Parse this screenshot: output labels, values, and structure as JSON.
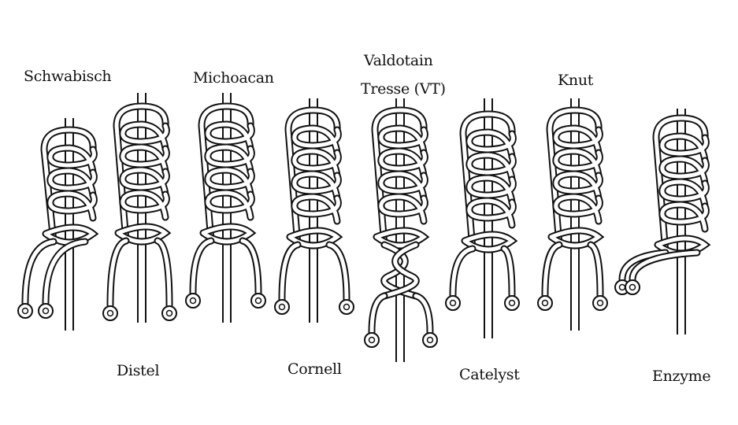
{
  "hitches": [
    {
      "name": "Schwabisch",
      "wraps": 3
    },
    {
      "name": "Distel",
      "wraps": 4
    },
    {
      "name": "Michoacan",
      "wraps": 4
    },
    {
      "name": "Cornell",
      "wraps": 4
    },
    {
      "name": "Valdotain Tresse (VT)",
      "label_line1": "Valdotain",
      "label_line2": "Tresse (VT)",
      "wraps": 4
    },
    {
      "name": "Catelyst",
      "wraps": 4
    },
    {
      "name": "Knut",
      "wraps": 4
    },
    {
      "name": "Enzyme",
      "wraps": 4
    }
  ],
  "colors": {
    "ink": "#111111",
    "paper": "#ffffff"
  }
}
